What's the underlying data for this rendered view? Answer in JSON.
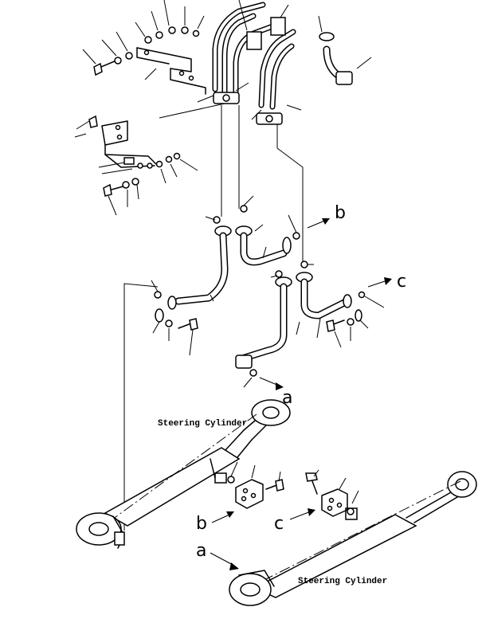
{
  "labels": {
    "steering_cylinder_upper": "Steering Cylinder",
    "steering_cylinder_lower": "Steering Cylinder",
    "letter_a_top": "a",
    "letter_b_top": "b",
    "letter_c_top": "c",
    "letter_b_bottom": "b",
    "letter_c_bottom": "c",
    "letter_a_bottom": "a"
  }
}
